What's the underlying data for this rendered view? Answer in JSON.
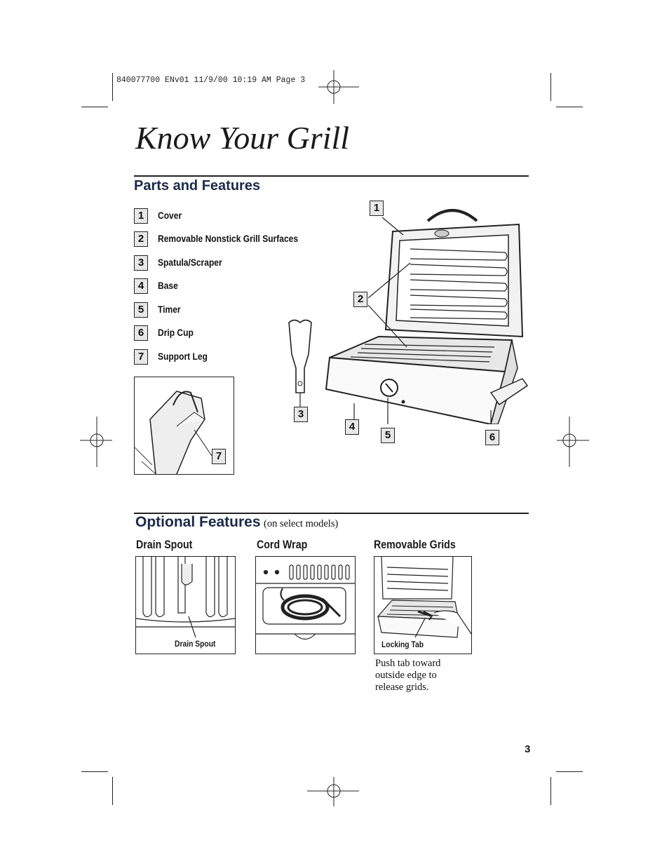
{
  "slug": "840077700 ENv01 11/9/00 10:19 AM Page 3",
  "title": "Know Your Grill",
  "parts_heading": "Parts and Features",
  "parts": [
    {
      "num": "1",
      "label": "Cover"
    },
    {
      "num": "2",
      "label": "Removable Nonstick Grill Surfaces"
    },
    {
      "num": "3",
      "label": "Spatula/Scraper"
    },
    {
      "num": "4",
      "label": "Base"
    },
    {
      "num": "5",
      "label": "Timer"
    },
    {
      "num": "6",
      "label": "Drip Cup"
    },
    {
      "num": "7",
      "label": "Support Leg"
    }
  ],
  "optional_heading": "Optional Features",
  "optional_sub": "(on select models)",
  "drain_spout": {
    "heading": "Drain Spout",
    "caption": "Drain Spout"
  },
  "cord_wrap": {
    "heading": "Cord Wrap"
  },
  "removable_grids": {
    "heading": "Removable Grids",
    "caption": "Locking Tab",
    "text": [
      "Push tab toward",
      "outside edge to",
      "release grids."
    ]
  },
  "page_number": "3"
}
